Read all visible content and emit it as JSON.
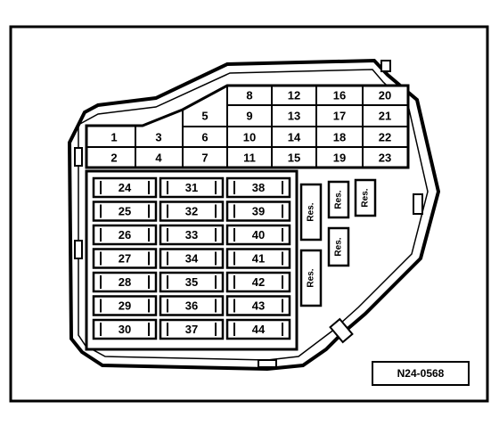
{
  "grid_top": {
    "row1": [
      "8",
      "12",
      "16",
      "20"
    ],
    "row2": [
      "5",
      "9",
      "13",
      "17",
      "21"
    ],
    "row3": [
      "1",
      "3",
      "6",
      "10",
      "14",
      "18",
      "22"
    ],
    "row4": [
      "2",
      "4",
      "7",
      "11",
      "15",
      "19",
      "23"
    ]
  },
  "fuses": {
    "col1": [
      "24",
      "25",
      "26",
      "27",
      "28",
      "29",
      "30"
    ],
    "col2": [
      "31",
      "32",
      "33",
      "34",
      "35",
      "36",
      "37"
    ],
    "col3": [
      "38",
      "39",
      "40",
      "41",
      "42",
      "43",
      "44"
    ]
  },
  "reserve": [
    "Res.",
    "Res.",
    "Res.",
    "Res.",
    "Res."
  ],
  "reference": "N24-0568"
}
